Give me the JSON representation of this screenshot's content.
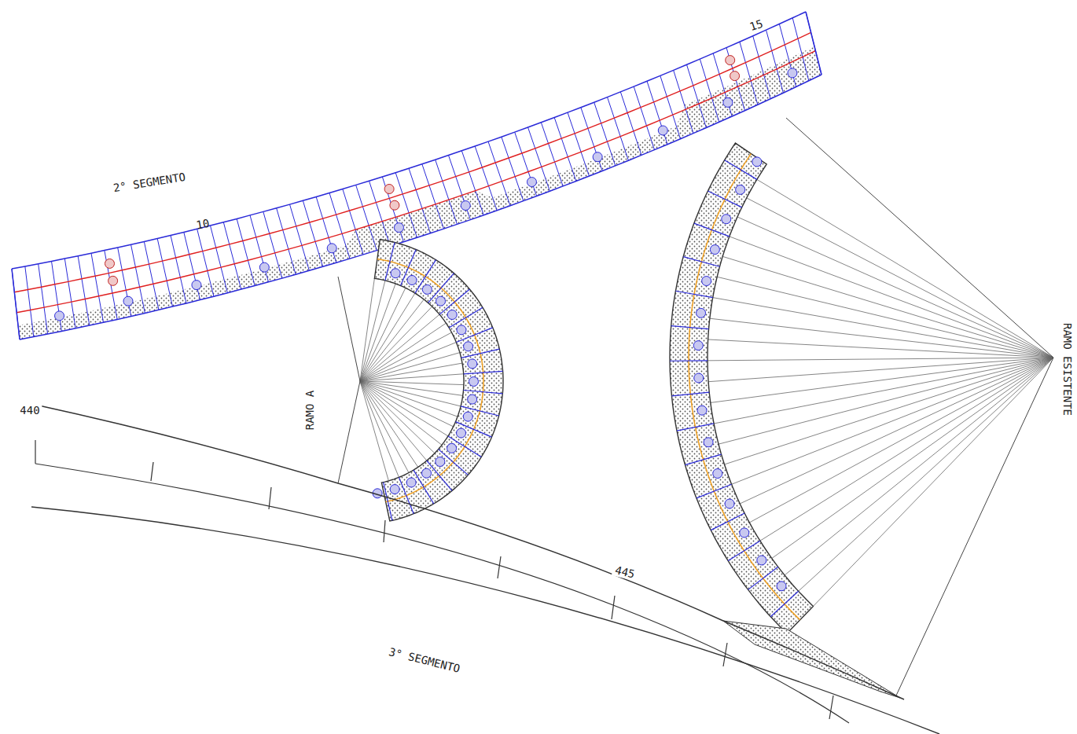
{
  "diagram": {
    "labels": [
      "2° SEGMENTO",
      "10",
      "15",
      "RAMO A",
      "440",
      "445",
      "3° SEGMENTO",
      "RAMO ESISTENTE"
    ]
  }
}
